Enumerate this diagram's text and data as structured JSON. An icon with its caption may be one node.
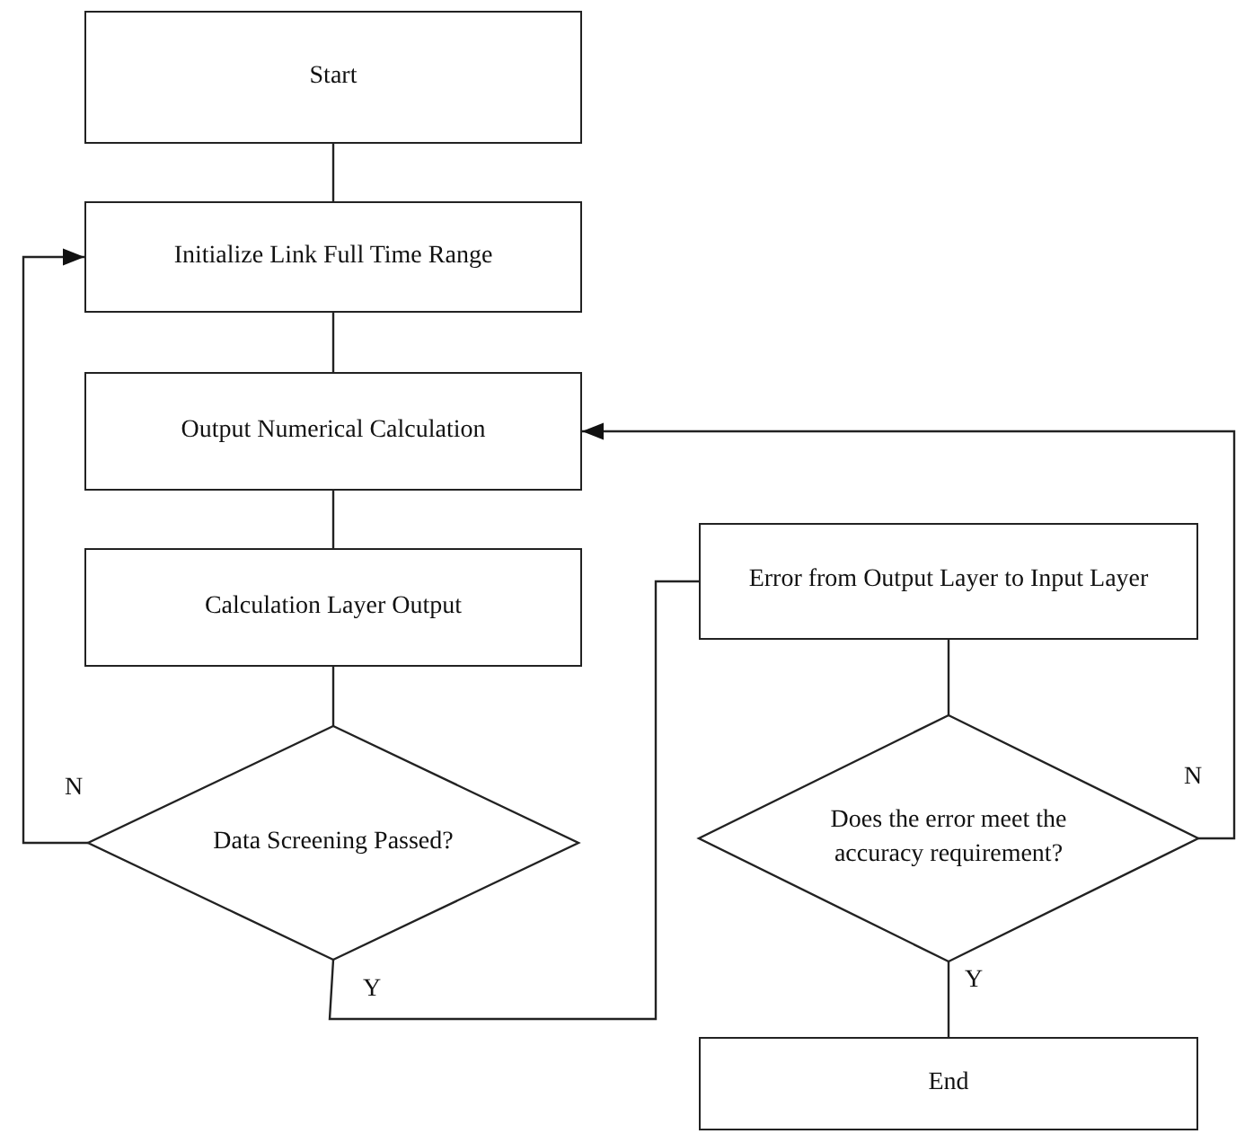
{
  "diagram": {
    "nodes": [
      {
        "text": [
          "Start"
        ]
      },
      {
        "text": [
          "Initialize Link Full Time Range"
        ]
      },
      {
        "text": [
          "Output Numerical Calculation"
        ]
      },
      {
        "text": [
          "Calculation Layer Output"
        ]
      },
      {
        "text": [
          "Data Screening Passed?"
        ]
      },
      {
        "text": [
          "Error from Output Layer to Input Layer"
        ]
      },
      {
        "text": [
          "Does the error meet the accuracy requirement?"
        ]
      },
      {
        "text": [
          "End"
        ]
      }
    ],
    "edges": [
      {
        "from": 0,
        "to": 1,
        "arrow": "none"
      },
      {
        "from": 1,
        "to": 2,
        "arrow": "none"
      },
      {
        "from": 2,
        "to": 3,
        "arrow": "none"
      },
      {
        "from": 3,
        "to": 4,
        "arrow": "none"
      },
      {
        "from": 4,
        "to": 1,
        "arrow": "to",
        "label": "N"
      },
      {
        "from": 4,
        "to": 5,
        "arrow": "none",
        "label": "Y"
      },
      {
        "from": 5,
        "to": 6,
        "arrow": "none"
      },
      {
        "from": 6,
        "to": 2,
        "arrow": "to",
        "label": "N"
      },
      {
        "from": 6,
        "to": 7,
        "arrow": "none",
        "label": "Y"
      }
    ]
  }
}
